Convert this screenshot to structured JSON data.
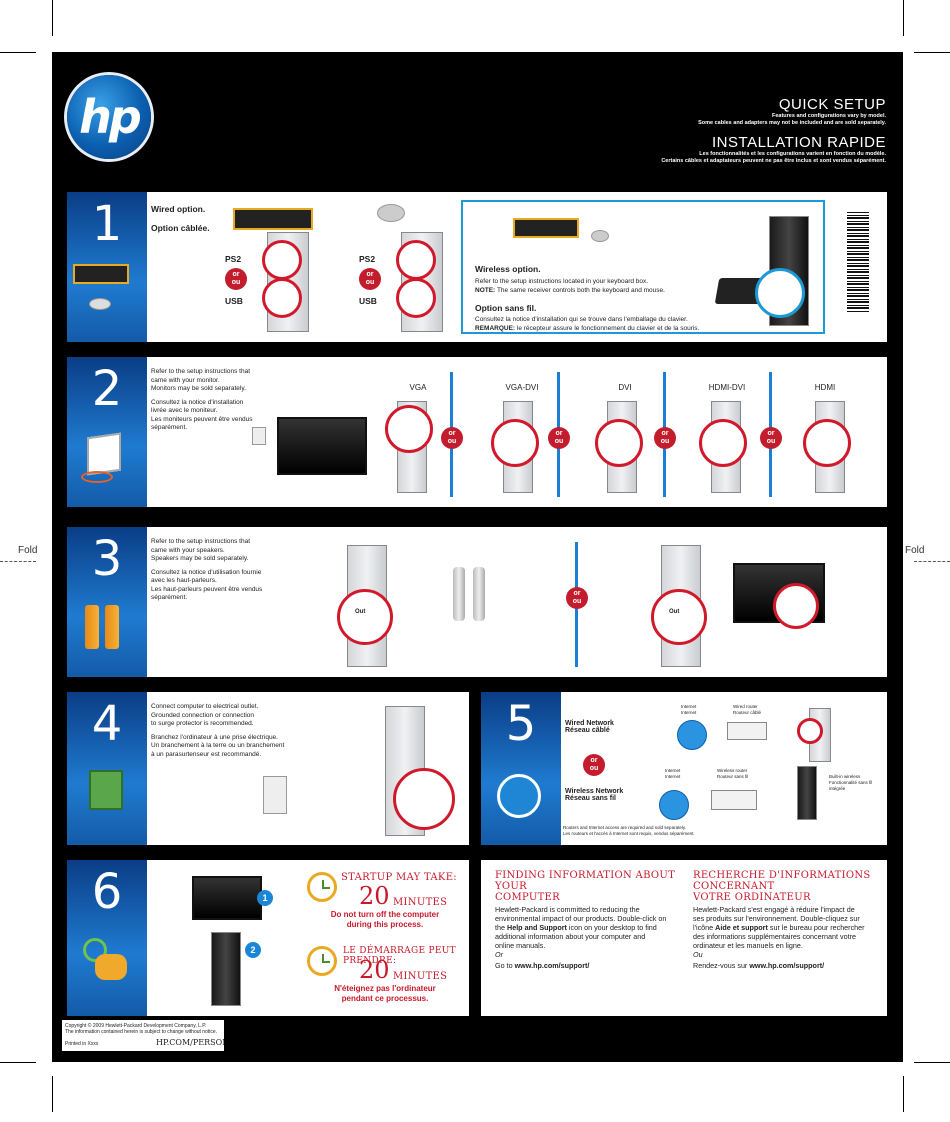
{
  "fold": {
    "left": "Fold",
    "right": "Fold"
  },
  "logo": {
    "text": "hp"
  },
  "header": {
    "title_en": "QUICK SETUP",
    "sub_en_1": "Features and configurations vary by model.",
    "sub_en_2": "Some cables and adapters may not be included and are sold separately.",
    "title_fr": "INSTALLATION RAPIDE",
    "sub_fr_1": "Les fonctionnalités et les configurations varient en fonction du modèle.",
    "sub_fr_2": "Certains câbles et adaptateurs peuvent ne pas être inclus et sont vendus séparément."
  },
  "s1": {
    "num": "1",
    "wired_en": "Wired option.",
    "wired_fr": "Option câblée.",
    "ps2": "PS2",
    "or": "or",
    "ou": "ou",
    "usb": "USB",
    "wireless_title": "Wireless option.",
    "wireless_text": "Refer to the setup instructions located in your keyboard box.",
    "note_label": "NOTE:",
    "note_text": "The same receiver controls both the keyboard and mouse.",
    "sansfil_title": "Option sans fil.",
    "sansfil_text": "Consultez la notice d'installation qui se trouve dans l'emballage du clavier.",
    "rem_label": "REMARQUE:",
    "rem_text": "le récepteur assure le fonctionnement du clavier et de la souris."
  },
  "s2": {
    "num": "2",
    "p1": "Refer to the setup instructions that",
    "p2": "came with your monitor.",
    "p3": "Monitors may be sold separately.",
    "p4": "Consultez la notice d'installation",
    "p5": "livrée avec le moniteur.",
    "p6": "Les moniteurs peuvent être vendus",
    "p7": "séparément.",
    "vga": "VGA",
    "vgadvi": "VGA-DVI",
    "dvi": "DVI",
    "hdmidvi": "HDMI-DVI",
    "hdmi": "HDMI"
  },
  "s3": {
    "num": "3",
    "p1": "Refer to the setup instructions that",
    "p2": "came with your speakers.",
    "p3": "Speakers may be sold separately.",
    "p4": "Consultez la notice d'utilisation fournie",
    "p5": "avec les haut-parleurs.",
    "p6": "Les haut-parleurs peuvent être vendus",
    "p7": "séparément.",
    "out": "Out"
  },
  "s4": {
    "num": "4",
    "p1": "Connect computer to electrical outlet.",
    "p2": "Grounded connection or connection",
    "p3": "to surge protector is recommended.",
    "p4": "Branchez l'ordinateur à une prise électrique.",
    "p5": "Un branchement à la terre ou un branchement",
    "p6": "à un parasurtenseur est recommandé."
  },
  "s5": {
    "num": "5",
    "wired_en": "Wired Network",
    "wired_fr": "Réseau câblé",
    "wireless_en": "Wireless Network",
    "wireless_fr": "Réseau sans fil",
    "internet": "Internet",
    "wired_router": "Wired router",
    "routeur_cable": "Routeur câblé",
    "wireless_router": "Wireless router",
    "routeur_sans_fil": "Routeur sans fil",
    "builtin1": "Built-in wireless",
    "builtin2": "Fonctionnalité sans fil",
    "builtin3": "intégrée",
    "foot1": "Routers and Internet access are required and sold separately.",
    "foot2": "Les routeurs et l'accès à Internet sont requis, vendus séparément."
  },
  "s6": {
    "num": "6",
    "step1": "1",
    "step2": "2",
    "startup": "STARTUP MAY TAKE:",
    "n20": "20",
    "minutes": "MINUTES",
    "donot1": "Do not turn off the computer",
    "donot2": "during this process.",
    "demarrage": "LE DÉMARRAGE PEUT PRENDRE:",
    "neteignez1": "N'éteignez pas l'ordinateur",
    "neteignez2": "pendant ce processus."
  },
  "info_en": {
    "title1": "FINDING INFORMATION ABOUT YOUR",
    "title2": "COMPUTER",
    "l1": "Hewlett-Packard is committed to reducing the",
    "l2": "environmental impact of our products. Double-click on",
    "l3a": "the ",
    "l3b": "Help and Support",
    "l3c": " icon on your desktop to find",
    "l4": "additional information about your computer and",
    "l5": "online manuals.",
    "or": "Or",
    "goto": "Go to ",
    "url": "www.hp.com/support/"
  },
  "info_fr": {
    "title1": "RECHERCHE D'INFORMATIONS CONCERNANT",
    "title2": "VOTRE ORDINATEUR",
    "l1": "Hewlett-Packard s'est engagé à réduire l'impact de",
    "l2": "ses produits sur l'environnement. Double-cliquez sur",
    "l3a": "l'icône ",
    "l3b": "Aide et support",
    "l3c": " sur le bureau pour rechercher",
    "l4": "des informations supplémentaires concernant votre",
    "l5": "ordinateur et les manuels en ligne.",
    "ou": "Ou",
    "goto": "Rendez-vous sur ",
    "url": "www.hp.com/support/"
  },
  "footer": {
    "c1": "Copyright © 2009 Hewlett-Packard Development Company, L.P.",
    "c2": "The information contained herein is subject to change without notice.",
    "printed": "Printed in Xxxx",
    "url": "HP.COM/PERSONAL"
  },
  "colors": {
    "blue": "#1b7fd6",
    "red": "#c8192a",
    "gold": "#e9a920"
  }
}
